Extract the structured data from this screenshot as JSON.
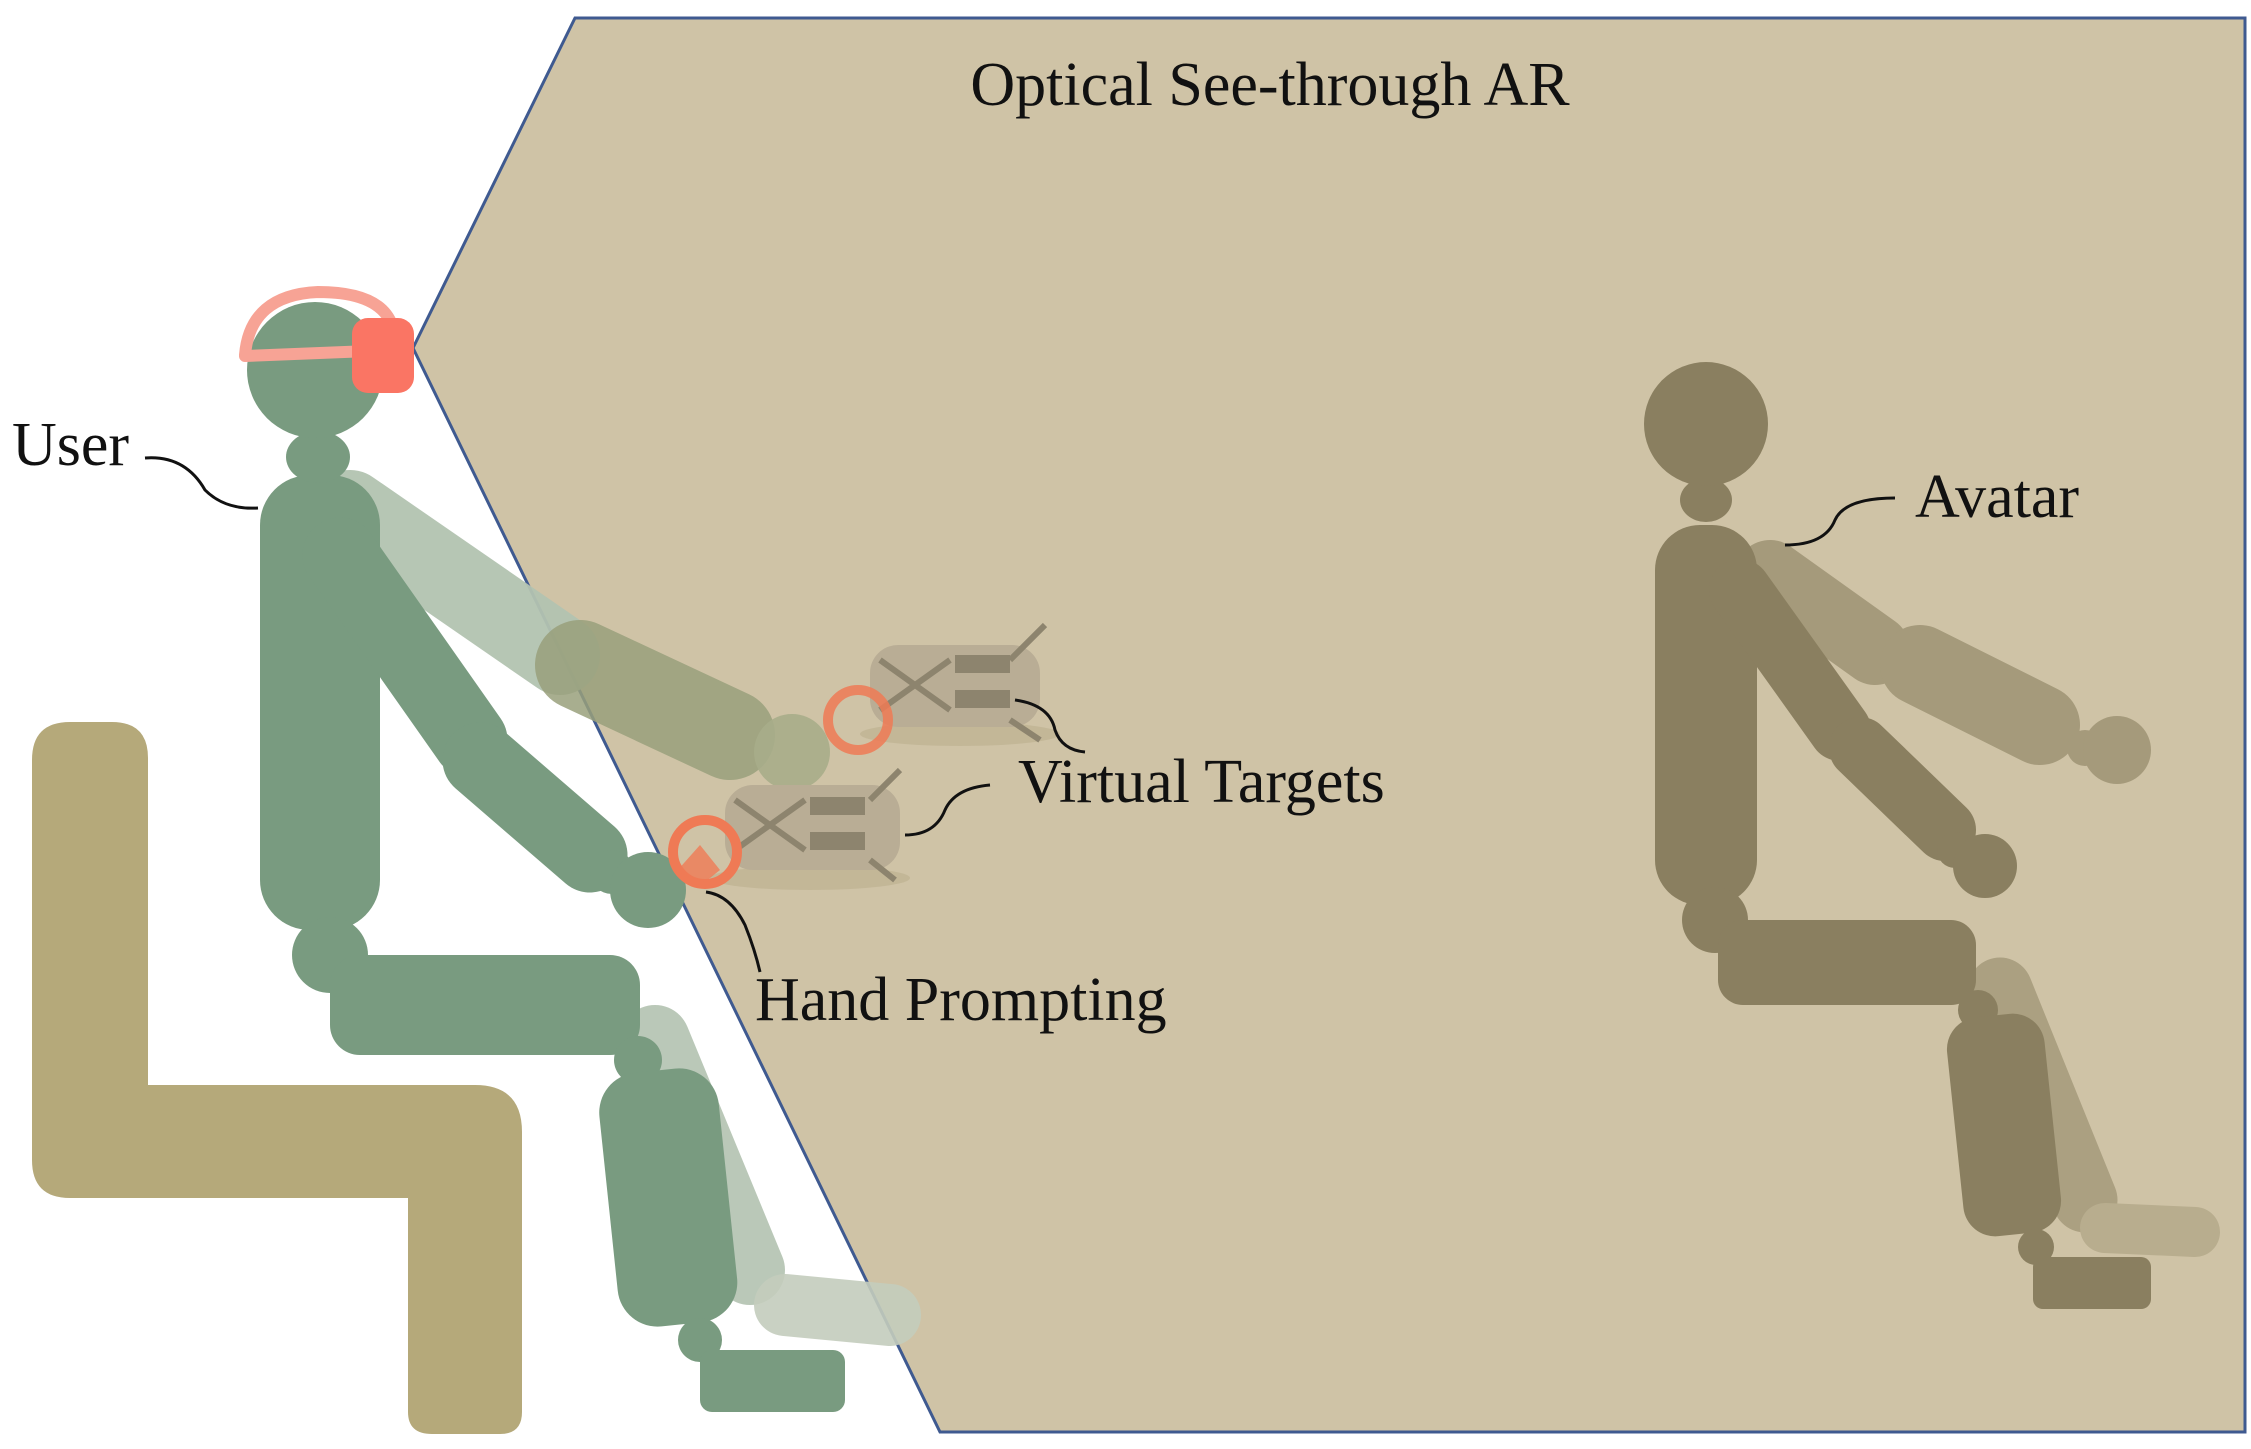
{
  "labels": {
    "title": "Optical See-through AR",
    "user": "User",
    "avatar": "Avatar",
    "virtual_targets": "Virtual Targets",
    "hand_prompting": "Hand Prompting"
  },
  "colors": {
    "ar_region": "#cfc3a6",
    "ar_border": "#3f5a90",
    "chair": "#b5a97a",
    "user_body": "#799b80",
    "user_ghost": "#b3c3b1",
    "headset": "#fa7564",
    "headset_band": "#f7a395",
    "avatar_body": "#8a7f60",
    "avatar_ghost": "#a59a7b",
    "prompt_ring": "#ef7a55",
    "target_body": "#b9ad95",
    "target_detail": "#8d846e"
  },
  "icons": {
    "virtual_target": "robot-arm-target-icon",
    "prompt_ring": "ring-icon"
  }
}
